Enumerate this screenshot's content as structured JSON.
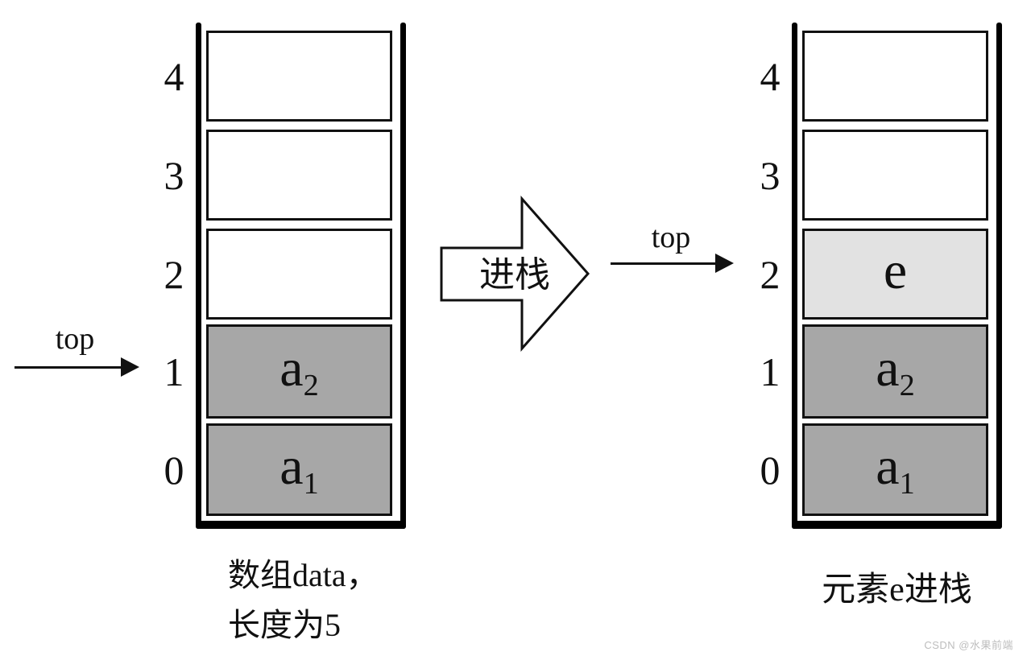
{
  "diagram_title": "stack push operation",
  "colors": {
    "background": "#ffffff",
    "ink": "#111111",
    "cell_empty": "#ffffff",
    "cell_filled": "#a7a7a7",
    "cell_pushed": "#e2e2e2",
    "watermark": "#bdbdbd"
  },
  "left_stack": {
    "top_label": "top",
    "top_points_at_index": "1",
    "caption_line1": "数组data，",
    "caption_line2": "长度为5",
    "cells": [
      {
        "index": "4",
        "base": "",
        "sub": "",
        "state": "empty"
      },
      {
        "index": "3",
        "base": "",
        "sub": "",
        "state": "empty"
      },
      {
        "index": "2",
        "base": "",
        "sub": "",
        "state": "empty"
      },
      {
        "index": "1",
        "base": "a",
        "sub": "2",
        "state": "filled"
      },
      {
        "index": "0",
        "base": "a",
        "sub": "1",
        "state": "filled"
      }
    ]
  },
  "push_arrow": {
    "label": "进栈"
  },
  "right_stack": {
    "top_label": "top",
    "top_points_at_index": "2",
    "caption": "元素e进栈",
    "cells": [
      {
        "index": "4",
        "base": "",
        "sub": "",
        "state": "empty"
      },
      {
        "index": "3",
        "base": "",
        "sub": "",
        "state": "empty"
      },
      {
        "index": "2",
        "base": "e",
        "sub": "",
        "state": "pushed"
      },
      {
        "index": "1",
        "base": "a",
        "sub": "2",
        "state": "filled"
      },
      {
        "index": "0",
        "base": "a",
        "sub": "1",
        "state": "filled"
      }
    ]
  },
  "watermark": {
    "text": "CSDN @水果前端"
  }
}
